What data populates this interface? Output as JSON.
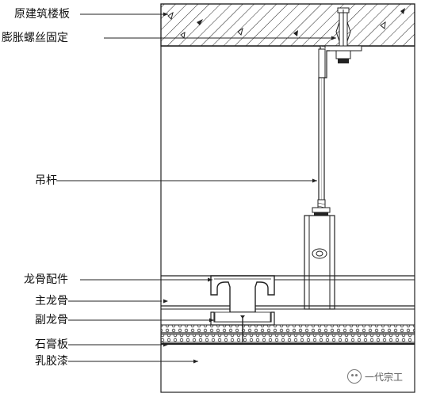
{
  "labels": {
    "floor_slab": "原建筑楼板",
    "expansion_bolt": "膨胀螺丝固定",
    "hanger_rod": "吊杆",
    "keel_fitting": "龙骨配件",
    "main_keel": "主龙骨",
    "secondary_keel": "副龙骨",
    "gypsum_board": "石膏板",
    "latex_paint": "乳胶漆"
  },
  "watermark": {
    "text": "一代宗工",
    "icon": "wechat-icon"
  }
}
